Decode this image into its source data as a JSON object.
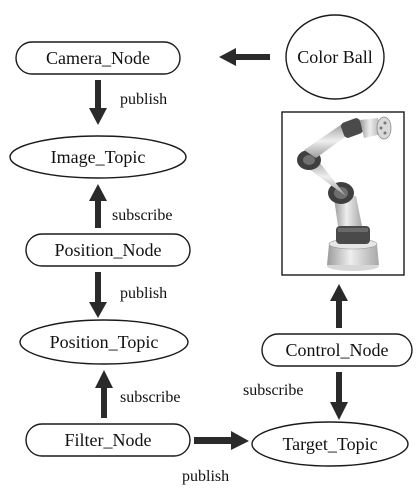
{
  "nodes": {
    "camera_node": "Camera_Node",
    "color_ball": "Color Ball",
    "image_topic": "Image_Topic",
    "position_node": "Position_Node",
    "position_topic": "Position_Topic",
    "filter_node": "Filter_Node",
    "target_topic": "Target_Topic",
    "control_node": "Control_Node"
  },
  "edges": {
    "publish_1": "publish",
    "subscribe_1": "subscribe",
    "publish_2": "publish",
    "subscribe_2": "subscribe",
    "publish_3": "publish",
    "subscribe_3": "subscribe"
  },
  "icons": {
    "robot_arm": "robot-arm-icon"
  },
  "colors": {
    "line": "#1a1a1a",
    "arrow": "#2a2a2a",
    "robot_metal": "#c9c9c9",
    "robot_dark": "#4a4a4a"
  }
}
